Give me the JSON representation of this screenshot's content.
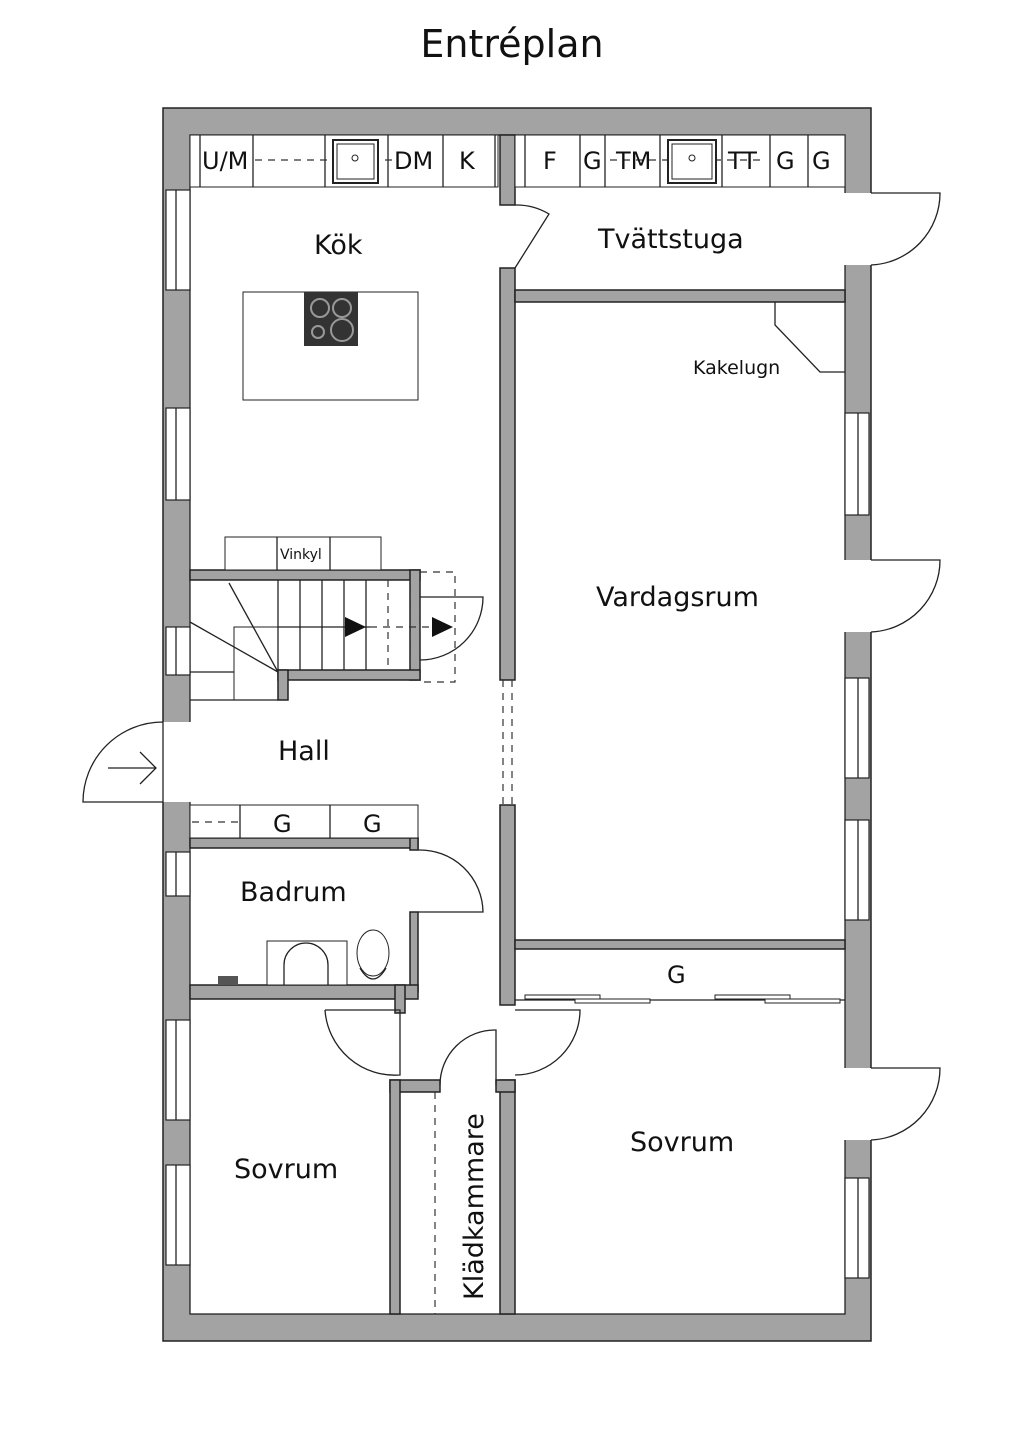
{
  "title": "Entréplan",
  "rooms": {
    "kok": "Kök",
    "tvatt": "Tvättstuga",
    "vardagsrum": "Vardagsrum",
    "hall": "Hall",
    "badrum": "Badrum",
    "sovrum1": "Sovrum",
    "sovrum2": "Sovrum",
    "kladkammare": "Klädkammare"
  },
  "labels": {
    "kakelugn": "Kakelugn",
    "vinkyl": "Vinkyl",
    "um": "U/M",
    "dm": "DM",
    "k": "K",
    "f": "F",
    "g1": "G",
    "tm": "TM",
    "tt": "TT",
    "g2": "G",
    "g3": "G",
    "hall_g1": "G",
    "hall_g2": "G",
    "closet_g": "G"
  },
  "colors": {
    "wall": "#a3a3a3",
    "line": "#222222"
  }
}
